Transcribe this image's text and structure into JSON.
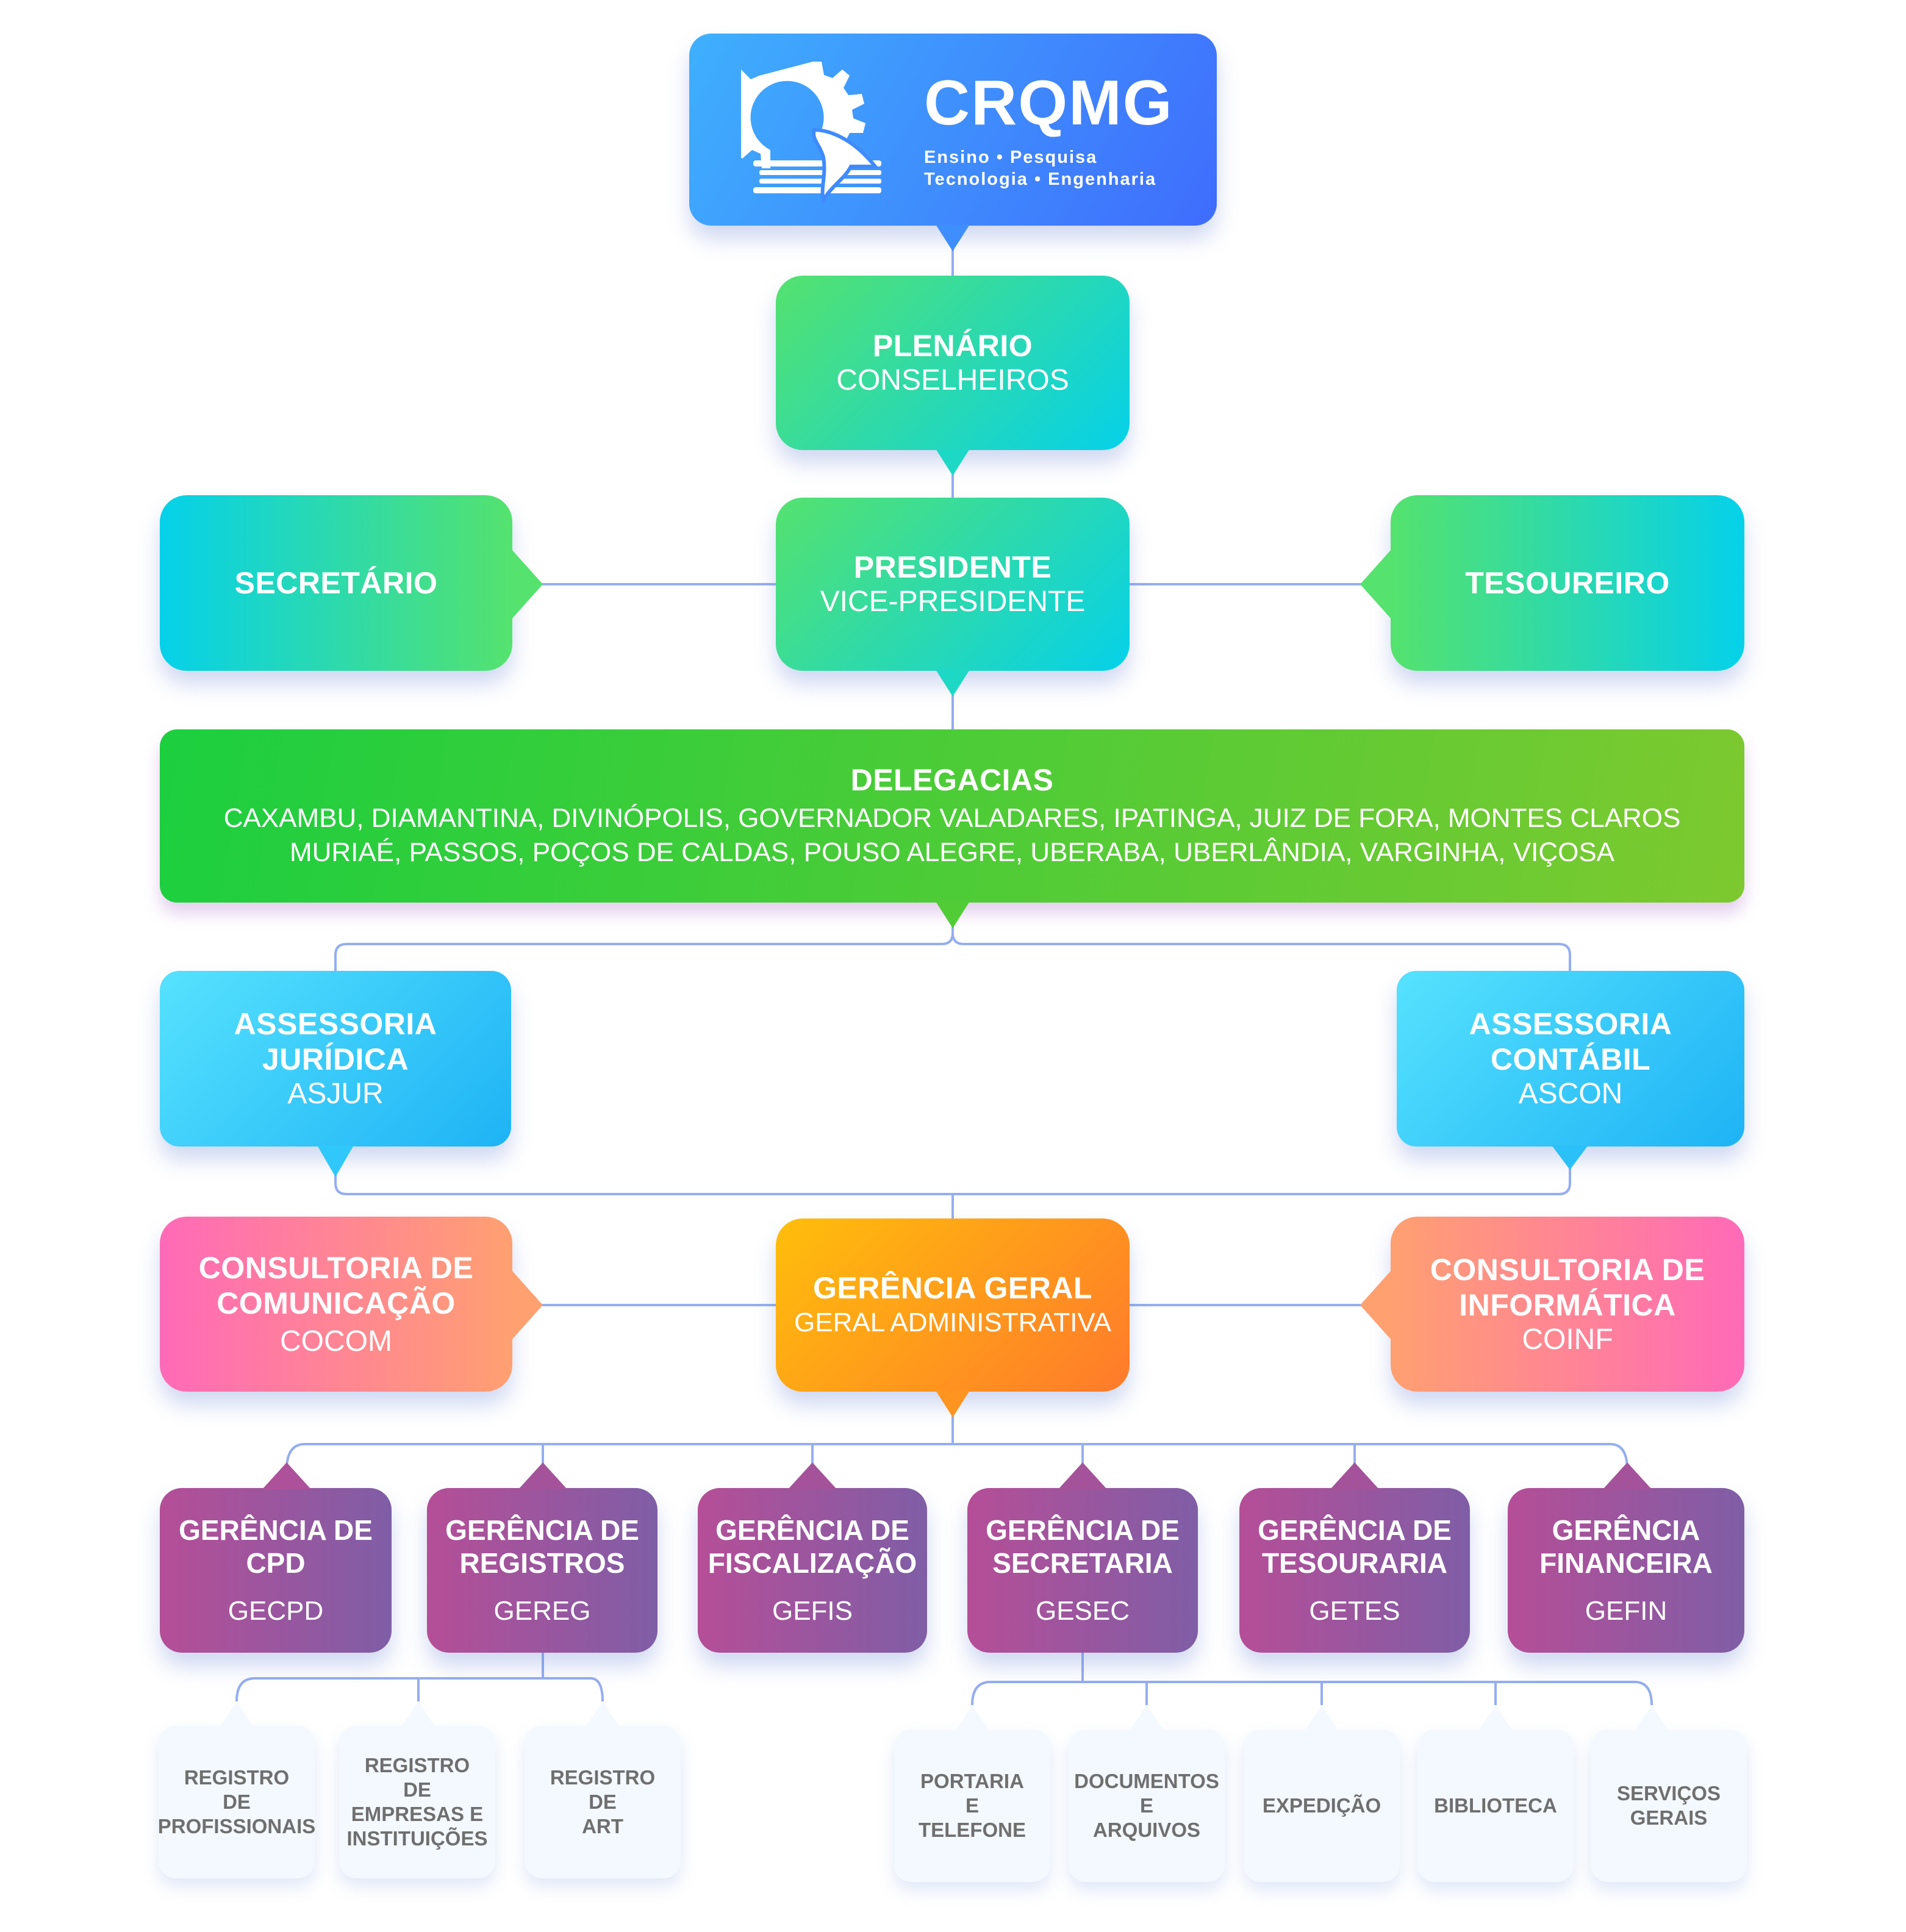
{
  "header": {
    "brand": "CRQMG",
    "tagline_1": "Ensino • Pesquisa",
    "tagline_2": "Tecnologia • Engenharia",
    "logo_icon": "gear-book-map-logo-icon"
  },
  "plenario": {
    "title": "PLENÁRIO",
    "subtitle": "CONSELHEIROS"
  },
  "secretario": {
    "title": "SECRETÁRIO"
  },
  "presidente": {
    "title": "PRESIDENTE",
    "subtitle": "VICE-PRESIDENTE"
  },
  "tesoureiro": {
    "title": "TESOUREIRO"
  },
  "delegacias": {
    "title": "DELEGACIAS",
    "line_1": "CAXAMBU, DIAMANTINA, DIVINÓPOLIS, GOVERNADOR VALADARES, IPATINGA, JUIZ DE FORA, MONTES CLAROS",
    "line_2": "MURIAÉ, PASSOS, POÇOS DE CALDAS, POUSO ALEGRE, UBERABA, UBERLÂNDIA, VARGINHA, VIÇOSA"
  },
  "asjur": {
    "title_1": "ASSESSORIA",
    "title_2": "JURÍDICA",
    "subtitle": "ASJUR"
  },
  "ascon": {
    "title_1": "ASSESSORIA",
    "title_2": "CONTÁBIL",
    "subtitle": "ASCON"
  },
  "cocom": {
    "title_1": "CONSULTORIA DE",
    "title_2": "COMUNICAÇÃO",
    "subtitle": "COCOM"
  },
  "gerencia_geral": {
    "title": "GERÊNCIA GERAL",
    "subtitle": "GERAL ADMINISTRATIVA"
  },
  "coinf": {
    "title_1": "CONSULTORIA DE",
    "title_2": "INFORMÁTICA",
    "subtitle": "COINF"
  },
  "gerencias": [
    {
      "line_1": "GERÊNCIA DE",
      "line_2": "CPD",
      "code": "GECPD"
    },
    {
      "line_1": "GERÊNCIA DE",
      "line_2": "REGISTROS",
      "code": "GEREG"
    },
    {
      "line_1": "GERÊNCIA DE",
      "line_2": "FISCALIZAÇÃO",
      "code": "GEFIS"
    },
    {
      "line_1": "GERÊNCIA DE",
      "line_2": "SECRETARIA",
      "code": "GESEC"
    },
    {
      "line_1": "GERÊNCIA DE",
      "line_2": "TESOURARIA",
      "code": "GETES"
    },
    {
      "line_1": "GERÊNCIA",
      "line_2": "FINANCEIRA",
      "code": "GEFIN"
    }
  ],
  "registros_subunits": [
    {
      "lines": [
        "REGISTRO",
        "DE",
        "PROFISSIONAIS"
      ]
    },
    {
      "lines": [
        "REGISTRO",
        "DE",
        "EMPRESAS E",
        "INSTITUIÇÕES"
      ]
    },
    {
      "lines": [
        "REGISTRO",
        "DE",
        "ART"
      ]
    }
  ],
  "secretaria_subunits": [
    {
      "lines": [
        "PORTARIA",
        "E",
        "TELEFONE"
      ]
    },
    {
      "lines": [
        "DOCUMENTOS",
        "E",
        "ARQUIVOS"
      ]
    },
    {
      "lines": [
        "EXPEDIÇÃO"
      ]
    },
    {
      "lines": [
        "BIBLIOTECA"
      ]
    },
    {
      "lines": [
        "SERVIÇOS",
        "GERAIS"
      ]
    }
  ],
  "colors": {
    "logo": [
      "#3fb0fd",
      "#3f6cfd"
    ],
    "green_teal": [
      "#55e26e",
      "#05d1ea"
    ],
    "delegacias": [
      "#1ccf3f",
      "#7dc92f"
    ],
    "assessoria": [
      "#56e2fe",
      "#1eb3f5"
    ],
    "consultoria": [
      "#ff6ab8",
      "#ffa071"
    ],
    "gerencia_geral": [
      "#ffbe0b",
      "#ff7a2b"
    ],
    "gerencias": [
      "#b54e97",
      "#7f5ea6"
    ],
    "connector": "#95aef0",
    "leaf_text": "#6f6f6f"
  }
}
